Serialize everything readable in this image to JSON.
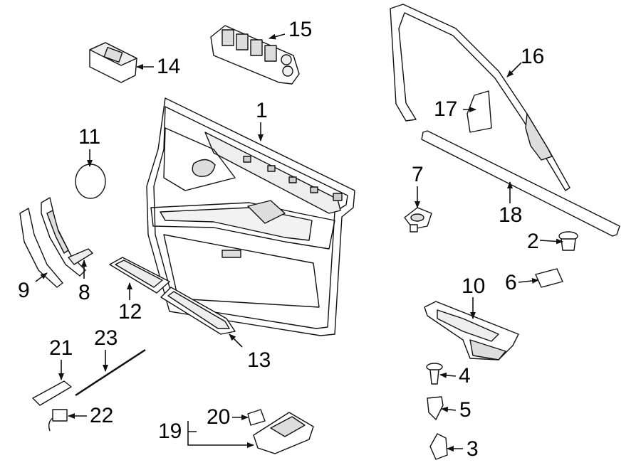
{
  "colors": {
    "line": "#111111",
    "fill": "#ffffff",
    "shade": "#d9d9d9"
  },
  "callouts": {
    "n1": "1",
    "n2": "2",
    "n3": "3",
    "n4": "4",
    "n5": "5",
    "n6": "6",
    "n7": "7",
    "n8": "8",
    "n9": "9",
    "n10": "10",
    "n11": "11",
    "n12": "12",
    "n13": "13",
    "n14": "14",
    "n15": "15",
    "n16": "16",
    "n17": "17",
    "n18": "18",
    "n19": "19",
    "n20": "20",
    "n21": "21",
    "n22": "22",
    "n23": "23"
  }
}
